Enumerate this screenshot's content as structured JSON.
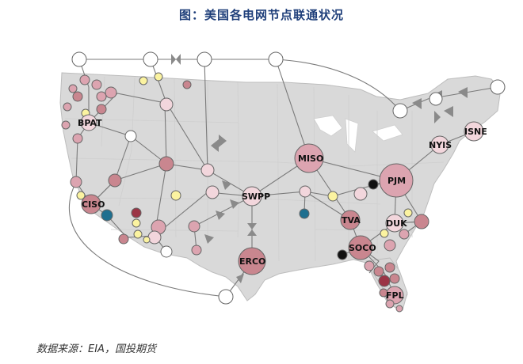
{
  "title": "图：美国各电网节点联通状况",
  "source": "数据来源：EIA，国投期货",
  "colors": {
    "map_fill": "#d9d9d9",
    "map_stroke": "#bdbdbd",
    "white": "#ffffff",
    "light_pink": "#f2d6dc",
    "pink": "#dca4b0",
    "mauve": "#c9868f",
    "dark_red": "#9b3546",
    "yellow": "#fbf3a0",
    "teal": "#1f6f8f",
    "black": "#111111",
    "arrow": "#8a8a8a"
  },
  "labels": {
    "bpat": "BPAT",
    "ciso": "CISO",
    "swpp": "SWPP",
    "erco": "ERCO",
    "miso": "MISO",
    "pjm": "PJM",
    "nyis": "NYIS",
    "isne": "ISNE",
    "tva": "TVA",
    "duk": "DUK",
    "soco": "SOCO",
    "fpl": "FPL"
  }
}
